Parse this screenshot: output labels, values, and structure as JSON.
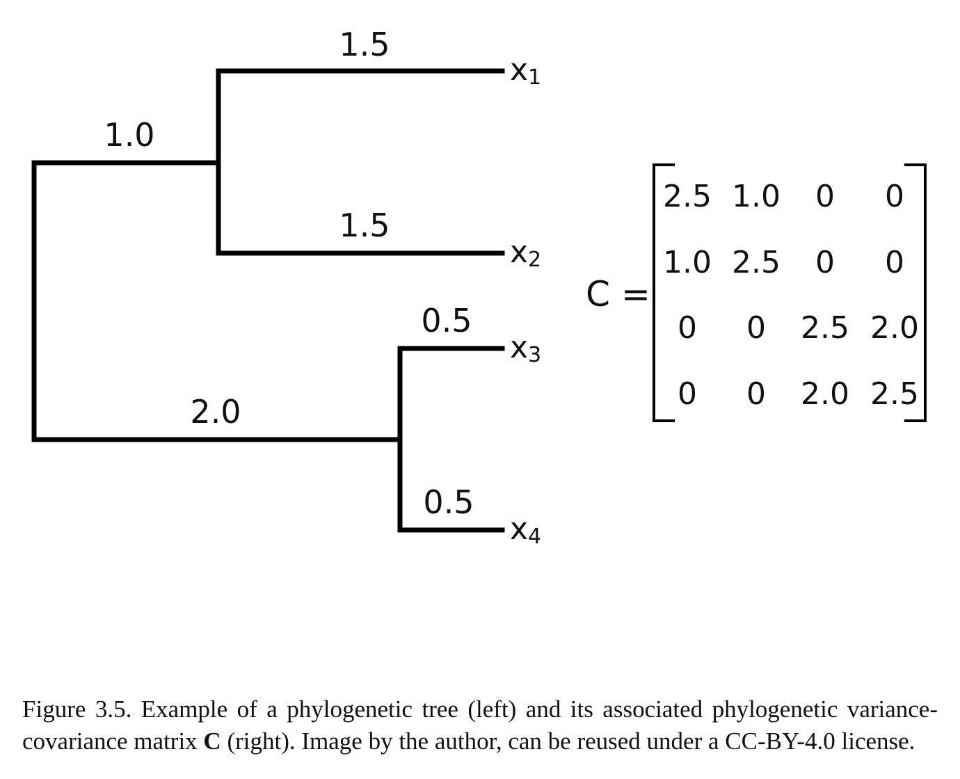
{
  "tree": {
    "branches": {
      "x1_tip": "1.5",
      "x1x2_stem": "1.0",
      "x2_tip": "1.5",
      "x3_tip": "0.5",
      "x3x4_stem": "2.0",
      "x4_tip": "0.5"
    },
    "tips": [
      {
        "base": "x",
        "sub": "1"
      },
      {
        "base": "x",
        "sub": "2"
      },
      {
        "base": "x",
        "sub": "3"
      },
      {
        "base": "x",
        "sub": "4"
      }
    ]
  },
  "matrix": {
    "symbol": "C",
    "equals": "=",
    "rows": [
      [
        "2.5",
        "1.0",
        "0",
        "0"
      ],
      [
        "1.0",
        "2.5",
        "0",
        "0"
      ],
      [
        "0",
        "0",
        "2.5",
        "2.0"
      ],
      [
        "0",
        "0",
        "2.0",
        "2.5"
      ]
    ]
  },
  "caption": {
    "prefix": "Figure 3.5. Example of a phylogenetic tree (left) and its associated phylogenetic variance-covariance matrix ",
    "bold": "C",
    "suffix": " (right). Image by the author, can be reused under a CC-BY-4.0 license."
  }
}
